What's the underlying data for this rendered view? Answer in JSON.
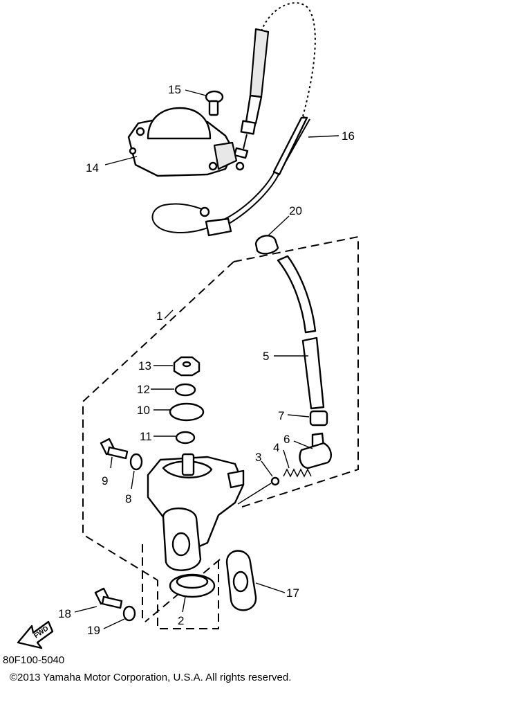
{
  "diagram": {
    "reference_code": "80F100-5040",
    "copyright": "©2013 Yamaha Motor Corporation, U.S.A. All rights reserved.",
    "fwd_label": "FWD",
    "callouts": [
      "1",
      "2",
      "3",
      "4",
      "5",
      "6",
      "7",
      "8",
      "9",
      "10",
      "11",
      "12",
      "13",
      "14",
      "15",
      "16",
      "17",
      "18",
      "19",
      "20"
    ]
  }
}
